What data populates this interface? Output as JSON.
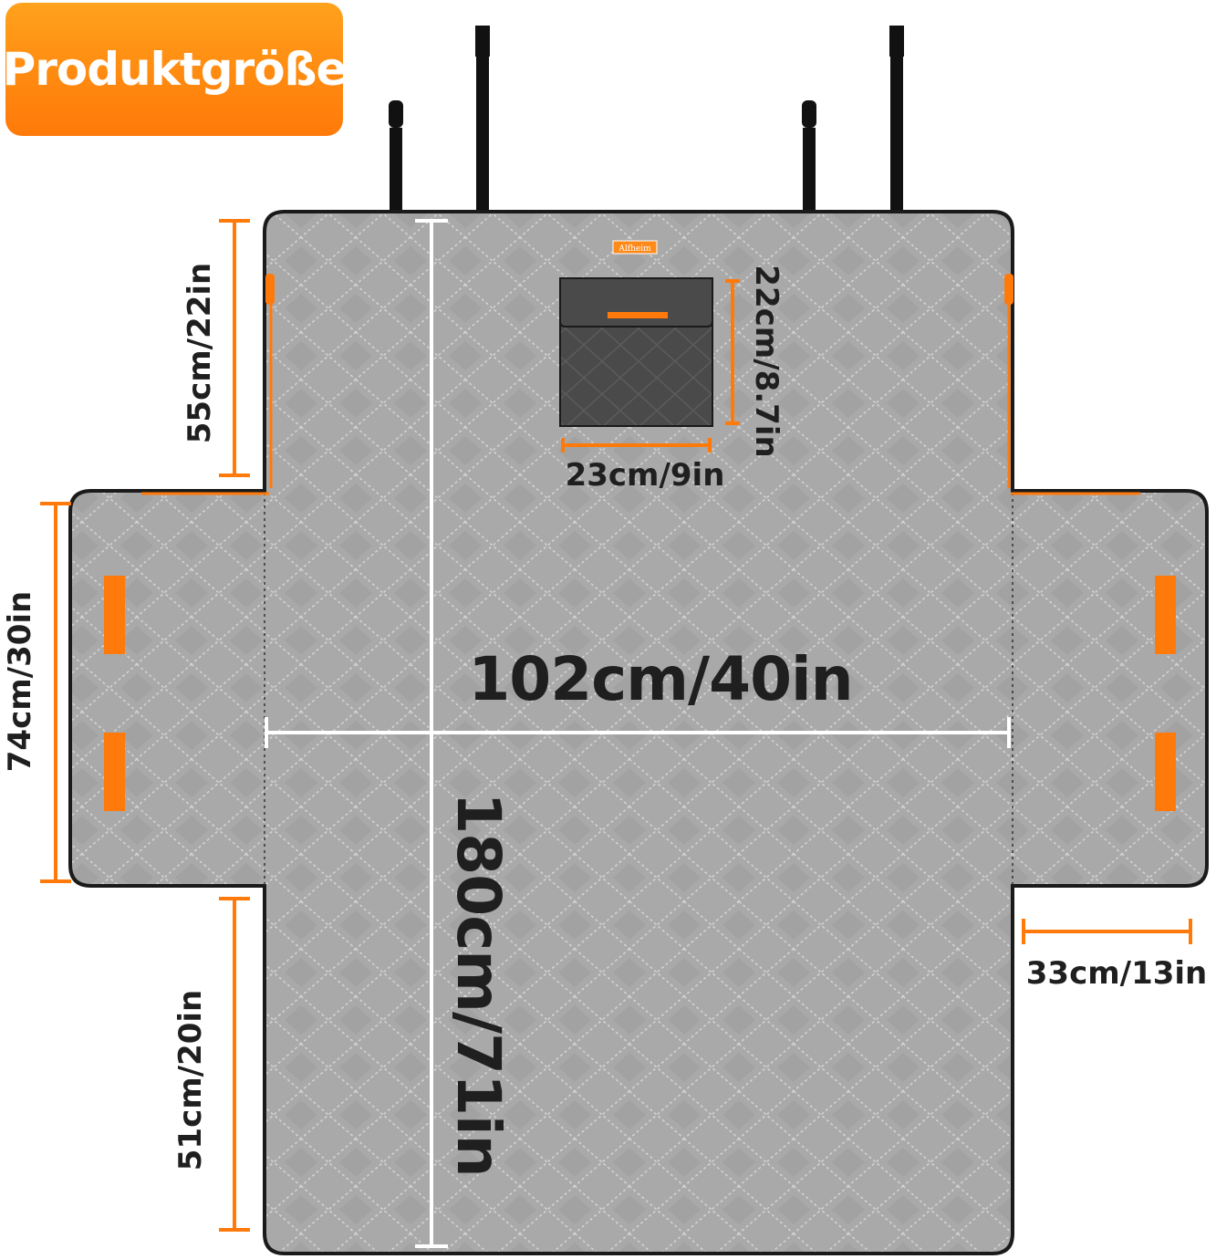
{
  "header": {
    "badge_label": "Produktgröße"
  },
  "brand": {
    "logo_text": "Alfheim"
  },
  "dimensions": {
    "width_total": "102cm/40in",
    "length_total": "180cm/71in",
    "top_section": "55cm/22in",
    "side_flap_height": "74cm/30in",
    "bottom_section": "51cm/20in",
    "side_flap_width": "33cm/13in",
    "pocket_height": "22cm/8.7in",
    "pocket_width": "23cm/9in"
  },
  "colors": {
    "accent": "#ff7a0a",
    "fabric": "#a8a8a8",
    "outline": "#1a1a1a",
    "pocket": "#4a4a4a",
    "dimension_line": "#ffffff"
  }
}
